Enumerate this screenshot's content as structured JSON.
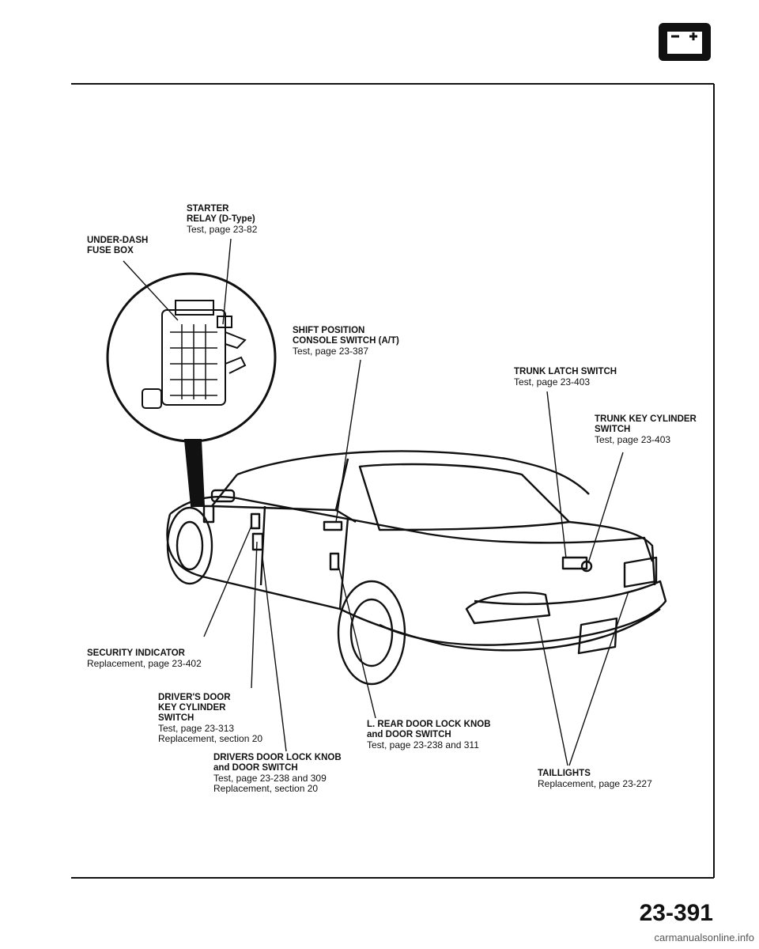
{
  "icons": {
    "battery": "battery-icon"
  },
  "labels": {
    "starter_relay": {
      "lines": [
        "STARTER",
        "RELAY (D-Type)"
      ],
      "sub": [
        "Test, page 23-82"
      ]
    },
    "under_dash": {
      "lines": [
        "UNDER-DASH",
        "FUSE BOX"
      ],
      "sub": []
    },
    "shift_position": {
      "lines": [
        "SHIFT POSITION",
        "CONSOLE SWITCH (A/T)"
      ],
      "sub": [
        "Test, page 23-387"
      ]
    },
    "trunk_latch": {
      "lines": [
        "TRUNK LATCH SWITCH"
      ],
      "sub": [
        "Test, page 23-403"
      ]
    },
    "trunk_key": {
      "lines": [
        "TRUNK KEY CYLINDER",
        "SWITCH"
      ],
      "sub": [
        "Test, page 23-403"
      ]
    },
    "security": {
      "lines": [
        "SECURITY INDICATOR"
      ],
      "sub": [
        "Replacement, page 23-402"
      ]
    },
    "drivers_key": {
      "lines": [
        "DRIVER'S DOOR",
        "KEY CYLINDER",
        "SWITCH"
      ],
      "sub": [
        "Test, page 23-313",
        "Replacement, section 20"
      ]
    },
    "rear_door_lock": {
      "lines": [
        "L. REAR DOOR LOCK KNOB",
        "and DOOR SWITCH"
      ],
      "sub": [
        "Test, page 23-238 and 311"
      ]
    },
    "drivers_lock_knob": {
      "lines": [
        "DRIVERS DOOR LOCK KNOB",
        "and DOOR SWITCH"
      ],
      "sub": [
        "Test, page 23-238 and 309",
        "Replacement, section 20"
      ]
    },
    "taillights": {
      "lines": [
        "TAILLIGHTS"
      ],
      "sub": [
        "Replacement, page 23-227"
      ]
    }
  },
  "page_number": "23-391",
  "watermark": "carmanualsonline.info"
}
